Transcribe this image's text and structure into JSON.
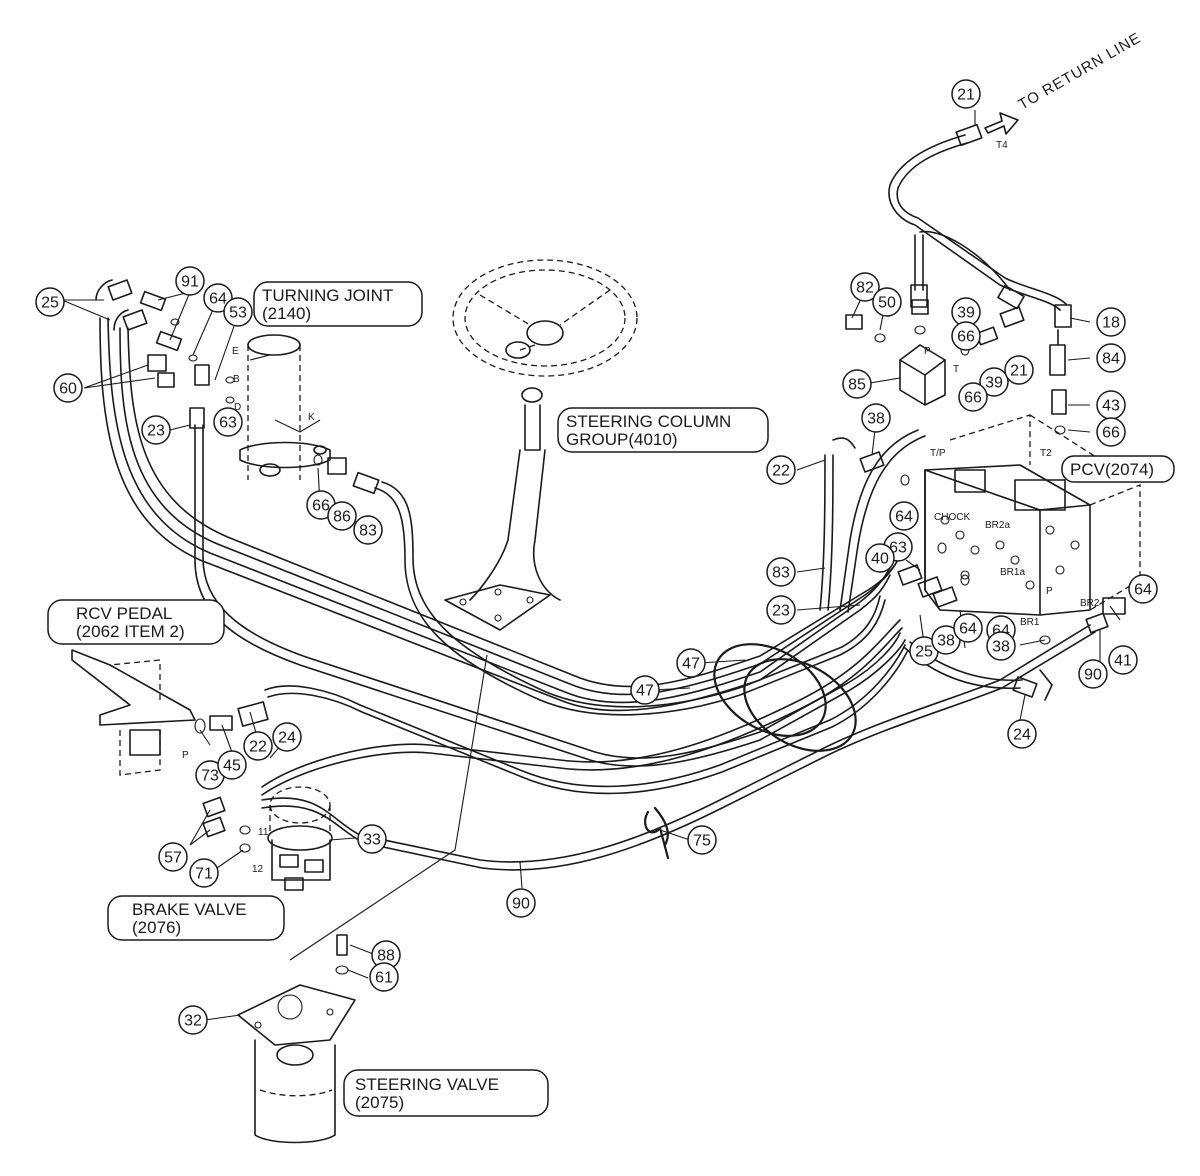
{
  "return_line": {
    "label": "TO RETURN LINE"
  },
  "callouts": {
    "turning_joint": {
      "line1": "TURNING JOINT",
      "line2": "(2140)"
    },
    "steering_column": {
      "line1": "STEERING COLUMN",
      "line2": "GROUP(4010)"
    },
    "pcv": {
      "line1": "PCV(2074)"
    },
    "rcv_pedal": {
      "line1": "RCV PEDAL",
      "line2": "(2062 ITEM 2)"
    },
    "brake_valve": {
      "line1": "BRAKE VALVE",
      "line2": "(2076)"
    },
    "steering_valve": {
      "line1": "STEERING VALVE",
      "line2": "(2075)"
    }
  },
  "port_labels": {
    "t4": "T4",
    "t2": "T2",
    "tp": "T/P",
    "p_block": "P",
    "t_block": "T",
    "chock": "CHOCK",
    "br2a": "BR2a",
    "br1a": "BR1a",
    "br1": "BR1",
    "br2": "BR2",
    "p_pcv": "P",
    "p_rcv": "P",
    "e": "E",
    "b": "B",
    "d": "D",
    "k": "K",
    "p11": "11",
    "p12": "12"
  },
  "balloons": [
    {
      "id": "b21a",
      "text": "21"
    },
    {
      "id": "b25a",
      "text": "25"
    },
    {
      "id": "b91",
      "text": "91"
    },
    {
      "id": "b64a",
      "text": "64"
    },
    {
      "id": "b53",
      "text": "53"
    },
    {
      "id": "b60",
      "text": "60"
    },
    {
      "id": "b23a",
      "text": "23"
    },
    {
      "id": "b63a",
      "text": "63"
    },
    {
      "id": "b66a",
      "text": "66"
    },
    {
      "id": "b86",
      "text": "86"
    },
    {
      "id": "b83a",
      "text": "83"
    },
    {
      "id": "b82",
      "text": "82"
    },
    {
      "id": "b50",
      "text": "50"
    },
    {
      "id": "b39a",
      "text": "39"
    },
    {
      "id": "b66b",
      "text": "66"
    },
    {
      "id": "b18",
      "text": "18"
    },
    {
      "id": "b84",
      "text": "84"
    },
    {
      "id": "b85",
      "text": "85"
    },
    {
      "id": "b39b",
      "text": "39"
    },
    {
      "id": "b21b",
      "text": "21"
    },
    {
      "id": "b66c",
      "text": "66"
    },
    {
      "id": "b43",
      "text": "43"
    },
    {
      "id": "b66d",
      "text": "66"
    },
    {
      "id": "b38a",
      "text": "38"
    },
    {
      "id": "b22a",
      "text": "22"
    },
    {
      "id": "b64b",
      "text": "64"
    },
    {
      "id": "b63b",
      "text": "63"
    },
    {
      "id": "b40",
      "text": "40"
    },
    {
      "id": "b83b",
      "text": "83"
    },
    {
      "id": "b23b",
      "text": "23"
    },
    {
      "id": "b25b",
      "text": "25"
    },
    {
      "id": "b38b",
      "text": "38"
    },
    {
      "id": "b64c",
      "text": "64"
    },
    {
      "id": "b64d",
      "text": "64"
    },
    {
      "id": "b38c",
      "text": "38"
    },
    {
      "id": "b64e",
      "text": "64"
    },
    {
      "id": "b41",
      "text": "41"
    },
    {
      "id": "b90a",
      "text": "90"
    },
    {
      "id": "b47a",
      "text": "47"
    },
    {
      "id": "b47b",
      "text": "47"
    },
    {
      "id": "b24a",
      "text": "24"
    },
    {
      "id": "b22b",
      "text": "22"
    },
    {
      "id": "b24b",
      "text": "24"
    },
    {
      "id": "b73",
      "text": "73"
    },
    {
      "id": "b45",
      "text": "45"
    },
    {
      "id": "b33",
      "text": "33"
    },
    {
      "id": "b57",
      "text": "57"
    },
    {
      "id": "b71",
      "text": "71"
    },
    {
      "id": "b75",
      "text": "75"
    },
    {
      "id": "b90b",
      "text": "90"
    },
    {
      "id": "b88",
      "text": "88"
    },
    {
      "id": "b61",
      "text": "61"
    },
    {
      "id": "b32",
      "text": "32"
    }
  ]
}
